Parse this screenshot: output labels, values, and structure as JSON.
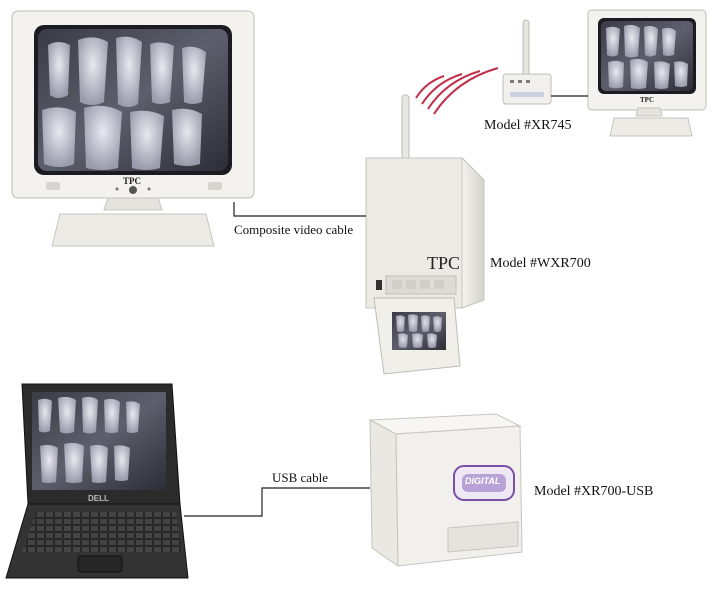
{
  "labels": {
    "model_xr745": "Model #XR745",
    "model_wxr700": "Model #WXR700",
    "model_xr700_usb": "Model #XR700-USB",
    "composite_cable": "Composite video cable",
    "usb_cable": "USB cable"
  },
  "brand": {
    "monitor": "TPC",
    "scanner": "TPC",
    "small_monitor": "TPC",
    "laptop": "DELL",
    "digital_device": "DIGITAL"
  },
  "colors": {
    "signal_waves": "#c0304a",
    "device_body": "#ecebe6",
    "xray_dark": "#2a2b33",
    "xray_light": "#dfe0ea",
    "laptop_body": "#2b2b2b",
    "digital_badge": "#7a4fa8"
  }
}
